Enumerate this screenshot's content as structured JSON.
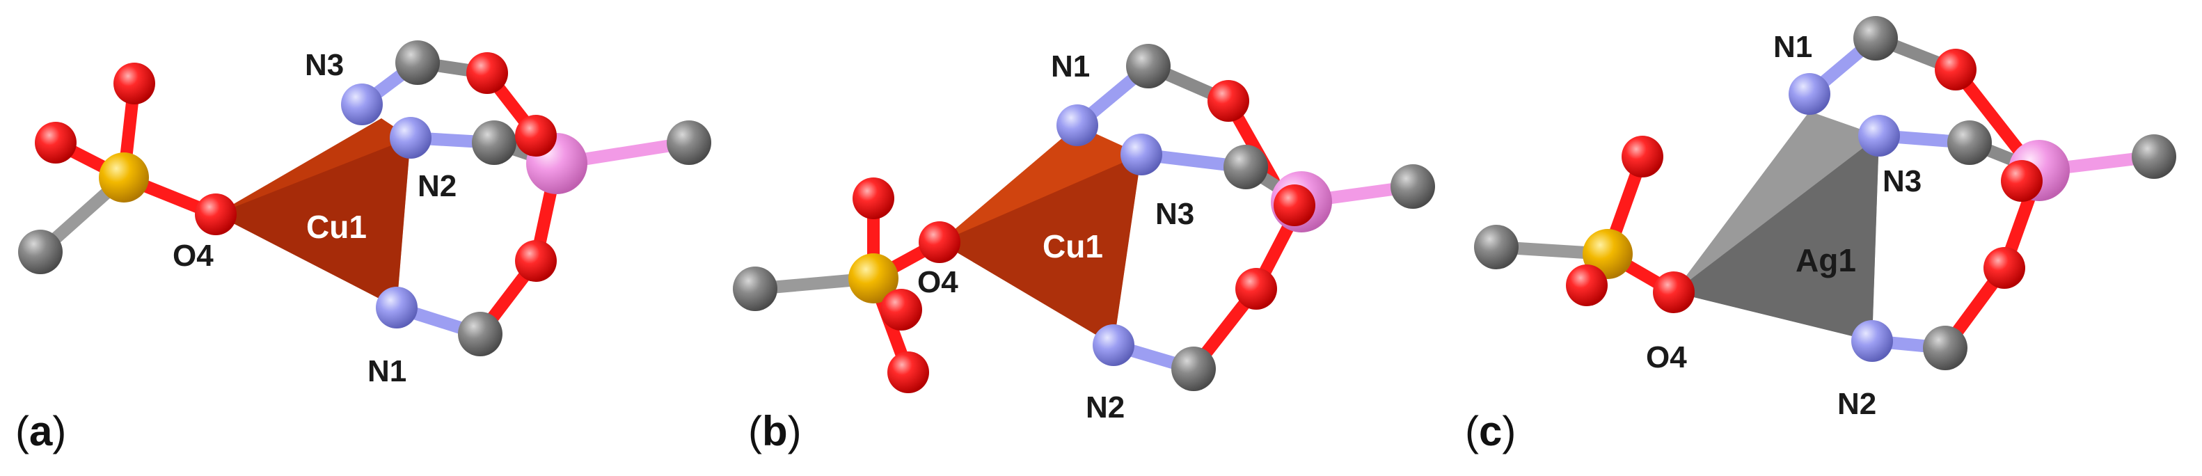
{
  "figure": {
    "element_colors": {
      "O": "#ff1a1a",
      "N": "#9c9ef2",
      "C": "#8a8a8a",
      "S": "#f2b800",
      "P": "#f29ae6"
    },
    "panels": [
      {
        "id": "a",
        "tag": "a",
        "polyhedron_color": "#c0390b",
        "polyhedron_dark": "#8f200a",
        "center_label": "Cu1",
        "labels": {
          "o4": "O4",
          "top_n": "N3",
          "mid_n": "N2",
          "bot_n": "N1"
        }
      },
      {
        "id": "b",
        "tag": "b",
        "polyhedron_color": "#d0440f",
        "polyhedron_dark": "#8f200a",
        "center_label": "Cu1",
        "labels": {
          "o4": "O4",
          "top_n": "N1",
          "mid_n": "N3",
          "bot_n": "N2"
        }
      },
      {
        "id": "c",
        "tag": "c",
        "polyhedron_color": "#9a9a9a",
        "polyhedron_dark": "#6a6a6a",
        "center_label": "Ag1",
        "labels": {
          "o4": "O4",
          "top_n": "N1",
          "mid_n": "N3",
          "bot_n": "N2"
        }
      }
    ]
  }
}
